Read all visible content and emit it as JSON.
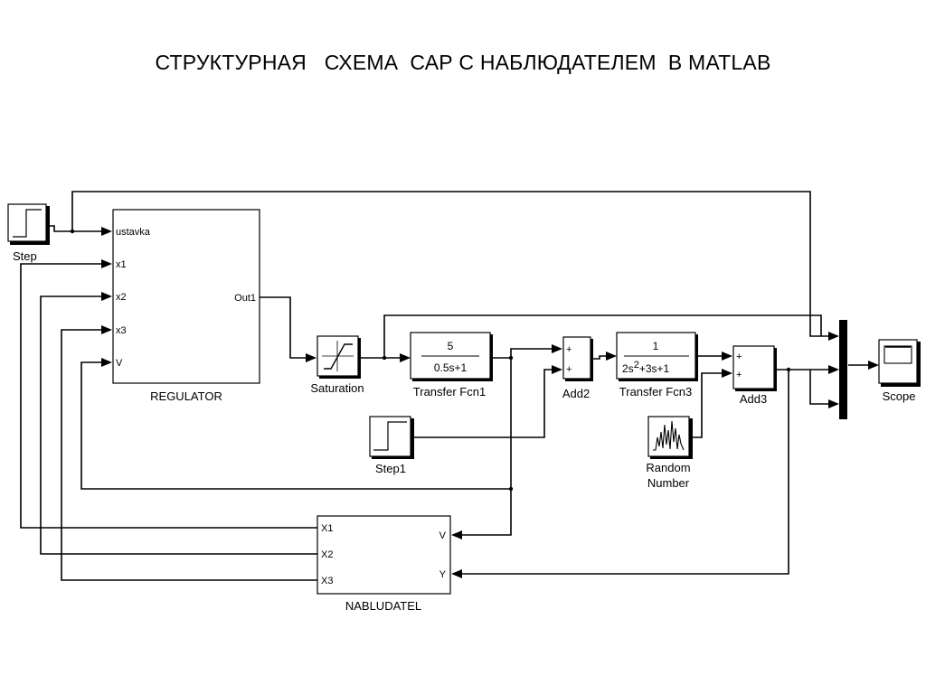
{
  "title": "СТРУКТУРНАЯ   СХЕМА  САР С НАБЛЮДАТЕЛЕМ  В MATLAB",
  "blocks": {
    "step": {
      "label": "Step"
    },
    "regulator": {
      "label": "REGULATOR",
      "inputs": [
        "ustavka",
        "x1",
        "x2",
        "x3",
        "V"
      ],
      "output": "Out1"
    },
    "saturation": {
      "label": "Saturation"
    },
    "tf1": {
      "label": "Transfer Fcn1",
      "num": "5",
      "den": "0.5s+1"
    },
    "add2": {
      "label": "Add2",
      "sign1": "+",
      "sign2": "+"
    },
    "step1": {
      "label": "Step1"
    },
    "tf3": {
      "label": "Transfer Fcn3",
      "num": "1",
      "den_a": "2s",
      "den_exp": "2",
      "den_b": "+3s+1"
    },
    "add3": {
      "label": "Add3",
      "sign1": "+",
      "sign2": "+"
    },
    "random": {
      "label_line1": "Random",
      "label_line2": "Number"
    },
    "scope": {
      "label": "Scope"
    },
    "nabludatel": {
      "label": "NABLUDATEL",
      "outputs": [
        "X1",
        "X2",
        "X3"
      ],
      "inputs": [
        "V",
        "Y"
      ]
    }
  }
}
